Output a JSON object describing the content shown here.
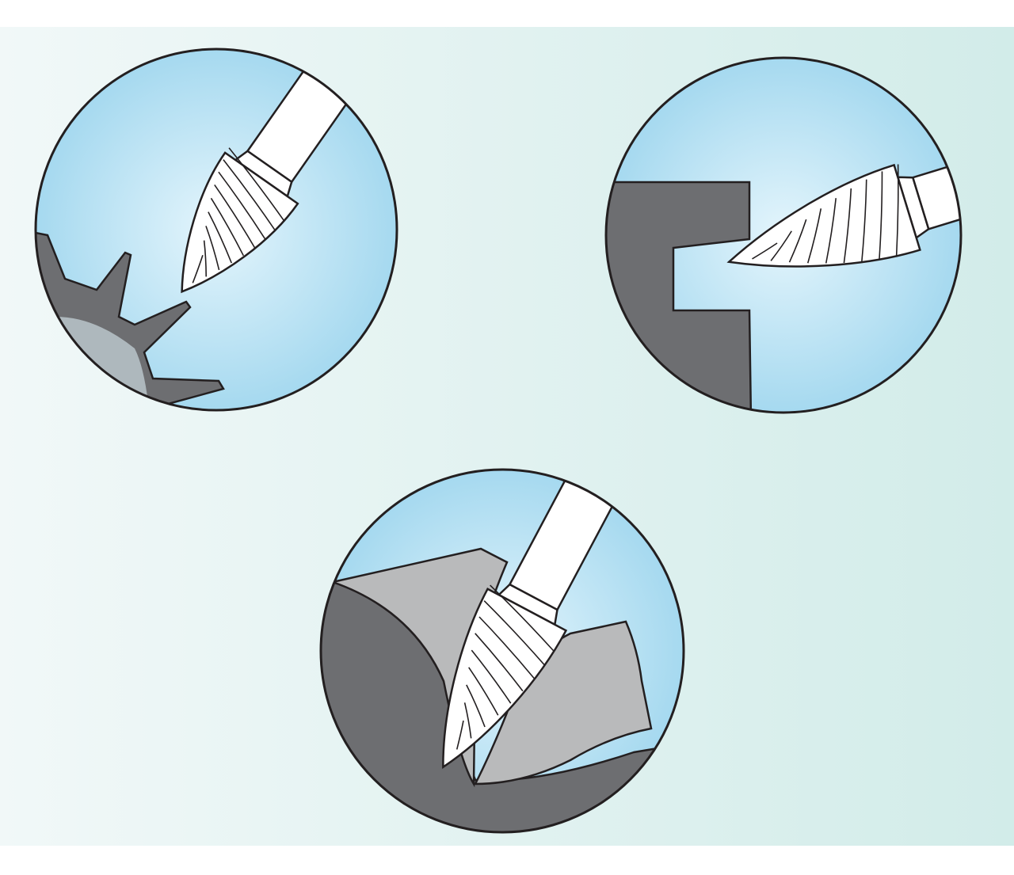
{
  "colors": {
    "page_white": "#ffffff",
    "panel_left": "#f1f8f8",
    "panel_right": "#d2ece9",
    "sky_light": "#e4f5fc",
    "sky_dark": "#9fd6ee",
    "workpiece_dark": "#6d6e71",
    "workpiece_light": "#b9babb",
    "outline": "#231f20",
    "burr_fill": "#ffffff"
  },
  "scenes": [
    {
      "id": "gear-deburring",
      "shape": "tree-pointed-burr",
      "workpiece": "gear"
    },
    {
      "id": "slot-milling",
      "shape": "tree-pointed-burr",
      "workpiece": "slotted-block"
    },
    {
      "id": "contour-grinding",
      "shape": "tree-pointed-burr",
      "workpiece": "curved-surface"
    }
  ]
}
